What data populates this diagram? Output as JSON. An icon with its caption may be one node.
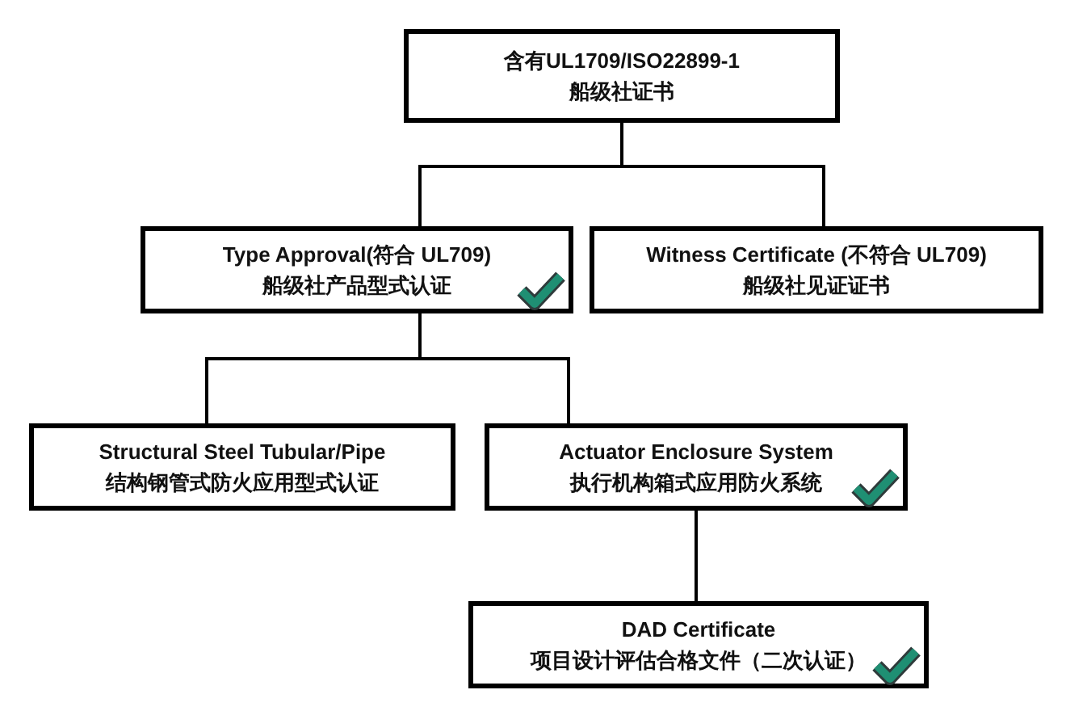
{
  "diagram": {
    "nodes": [
      {
        "text": [
          "含有UL1709/ISO22899-1",
          "船级社证书"
        ]
      },
      {
        "text": [
          "Type Approval(符合 UL709)",
          "船级社产品型式认证"
        ]
      },
      {
        "text": [
          "Witness Certificate (不符合 UL709)",
          "船级社见证证书"
        ]
      },
      {
        "text": [
          "Structural Steel Tubular/Pipe",
          "结构钢管式防火应用型式认证"
        ]
      },
      {
        "text": [
          "Actuator Enclosure System",
          "执行机构箱式应用防火系统"
        ]
      },
      {
        "text": [
          "DAD Certificate",
          "项目设计评估合格文件（二次认证）"
        ]
      }
    ],
    "edges": [
      {
        "from": 0,
        "to": 1,
        "arrow": "none"
      },
      {
        "from": 0,
        "to": 2,
        "arrow": "none"
      },
      {
        "from": 1,
        "to": 3,
        "arrow": "none"
      },
      {
        "from": 1,
        "to": 4,
        "arrow": "none"
      },
      {
        "from": 4,
        "to": 5,
        "arrow": "none"
      }
    ]
  }
}
